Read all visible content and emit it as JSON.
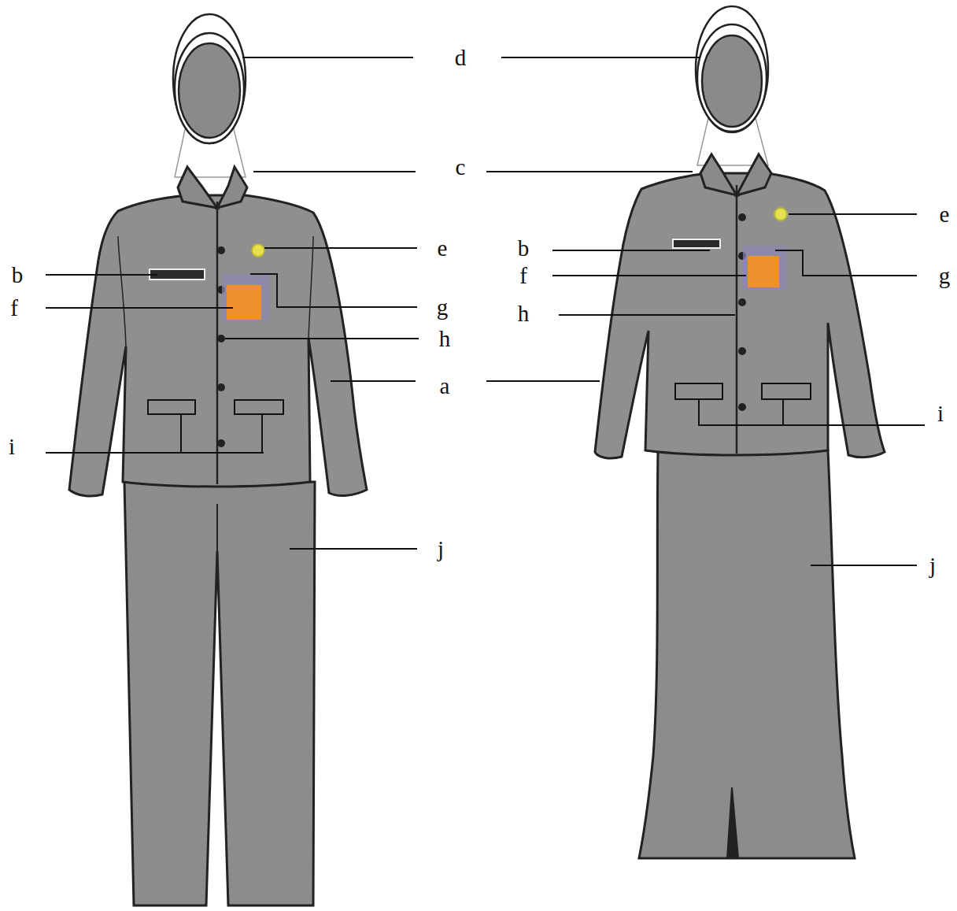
{
  "diagram": {
    "labels": [
      "d",
      "c",
      "e",
      "b",
      "f",
      "g",
      "h",
      "a",
      "i",
      "j",
      "e",
      "b",
      "f",
      "g",
      "h",
      "i",
      "j"
    ]
  }
}
